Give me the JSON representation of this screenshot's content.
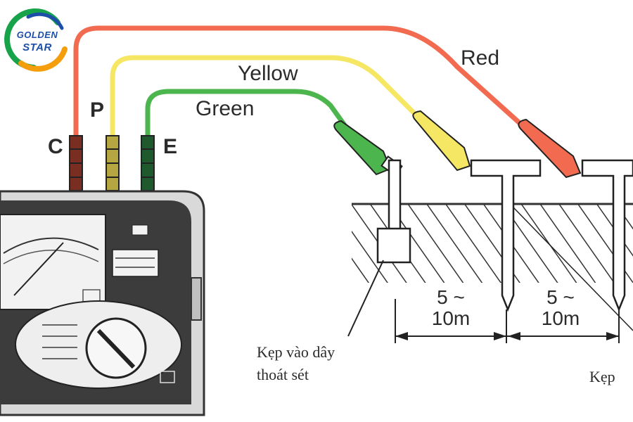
{
  "logo": {
    "line1": "GOLDEN",
    "line2": "STAR"
  },
  "terminals": {
    "c": "C",
    "p": "P",
    "e": "E"
  },
  "wires": {
    "red": "Red",
    "yellow": "Yellow",
    "green": "Green"
  },
  "distances": {
    "first": {
      "line1": "5 ~",
      "line2": "10m"
    },
    "second": {
      "line1": "5 ~",
      "line2": "10m"
    }
  },
  "notes": {
    "clamp_line1": "Kẹp vào dây",
    "clamp_line2": "thoát sét",
    "clamp_right": "Kẹp"
  },
  "colors": {
    "red_wire": "#f26a4f",
    "yellow_wire": "#f5e663",
    "green_wire": "#4db54d",
    "meter_body": "#3a3a3a",
    "soil_hatch": "#333333"
  }
}
